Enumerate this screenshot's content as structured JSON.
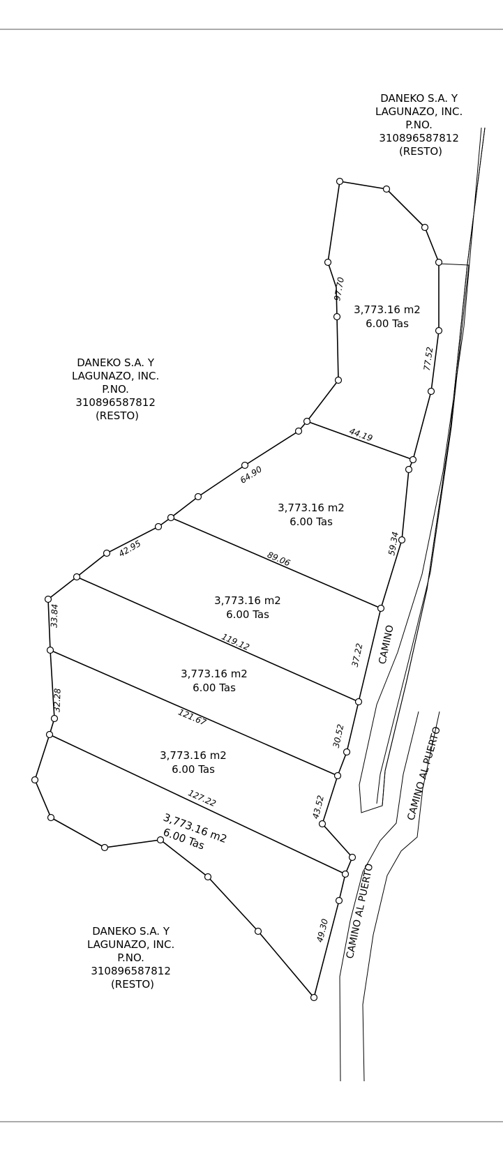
{
  "owner_blocks": [
    {
      "id": "owner-top-right",
      "lines": [
        "DANEKO S.A. Y",
        "LAGUNAZO, INC.",
        "P.NO.",
        "310896587812",
        "(RESTO)"
      ]
    },
    {
      "id": "owner-mid-left",
      "lines": [
        "DANEKO S.A. Y",
        "LAGUNAZO, INC.",
        "P.NO.",
        "310896587812",
        "(RESTO)"
      ]
    },
    {
      "id": "owner-bottom-left",
      "lines": [
        "DANEKO S.A. Y",
        "LAGUNAZO, INC.",
        "P.NO.",
        "310896587812",
        "(RESTO)"
      ]
    }
  ],
  "lots": [
    {
      "area": "3,773.16 m2",
      "tas": "6.00 Tas"
    },
    {
      "area": "3,773.16 m2",
      "tas": "6.00 Tas"
    },
    {
      "area": "3,773.16 m2",
      "tas": "6.00 Tas"
    },
    {
      "area": "3,773.16 m2",
      "tas": "6.00 Tas"
    },
    {
      "area": "3,773.16 m2",
      "tas": "6.00 Tas"
    },
    {
      "area": "3,773.16 m2",
      "tas": "6.00 Tas"
    }
  ],
  "dimensions": [
    "97.70",
    "77.52",
    "44.19",
    "64.90",
    "59.34",
    "89.06",
    "42.95",
    "33.84",
    "119.12",
    "37.22",
    "32.28",
    "121.67",
    "30.52",
    "127.22",
    "43.52",
    "49.30"
  ],
  "roads": {
    "camino": "CAMINO",
    "camino_al_puerto_upper": "CAMINO AL PUERTO",
    "camino_al_puerto_lower": "CAMINO AL PUERTO"
  }
}
